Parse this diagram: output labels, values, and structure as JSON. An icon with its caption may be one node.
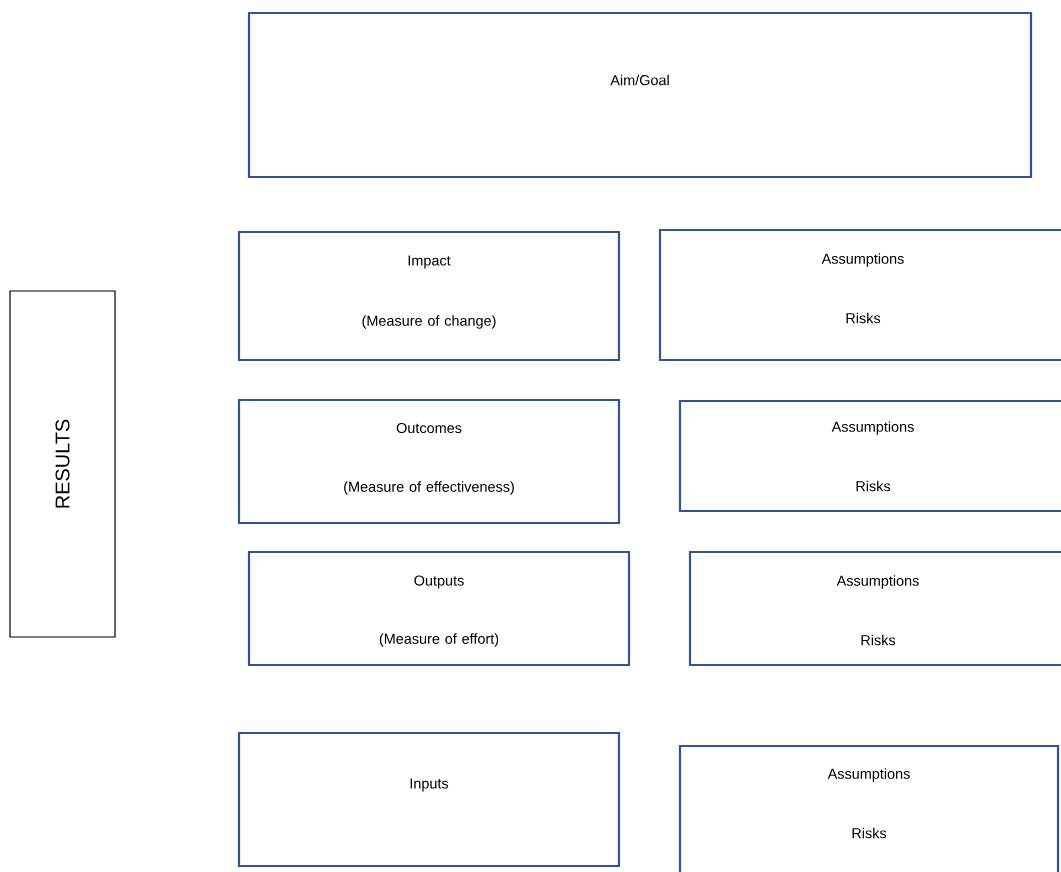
{
  "diagram": {
    "nodes": [
      {
        "text": [
          "Aim/Goal"
        ]
      },
      {
        "text": [
          "RESULTS"
        ]
      },
      {
        "text": [
          "Impact",
          "(Measure of change)"
        ]
      },
      {
        "text": [
          "Assumptions",
          "Risks"
        ]
      },
      {
        "text": [
          "Outcomes",
          "(Measure of effectiveness)"
        ]
      },
      {
        "text": [
          "Assumptions",
          "Risks"
        ]
      },
      {
        "text": [
          "Outputs",
          "(Measure of effort)"
        ]
      },
      {
        "text": [
          "Assumptions",
          "Risks"
        ]
      },
      {
        "text": [
          "Inputs"
        ]
      },
      {
        "text": [
          "Assumptions",
          "Risks"
        ]
      }
    ]
  }
}
